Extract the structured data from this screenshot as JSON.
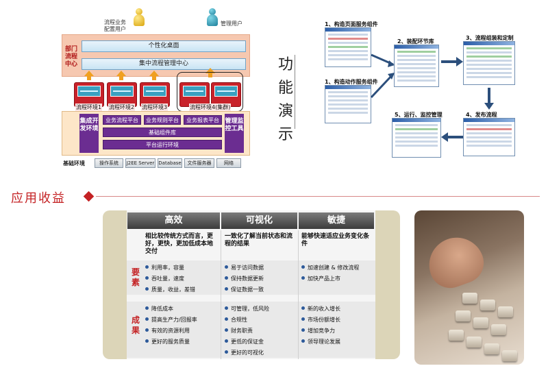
{
  "arch": {
    "user_business": "流程业务\n配置用户",
    "user_admin": "管理用户",
    "dept_center": "部门\n流程\n中心",
    "personal_desktop": "个性化桌面",
    "central_mgmt": "集中流程管理中心",
    "envs": [
      "流程环境1",
      "流程环境2",
      "流程环境3",
      "流程环境4(集群)"
    ],
    "integrated_dev": "集成开发环境",
    "mgmt_monitor": "管理监控工具",
    "platforms": [
      "业务流程平台",
      "业务规则平台",
      "业务报表平台"
    ],
    "base_component": "基础组件库",
    "platform_runtime": "平台运行环境",
    "base_env_label": "基础环境",
    "base_items": [
      "操作系统",
      "J2EE Server",
      "Database",
      "文件服务器",
      "网络"
    ]
  },
  "vertical_title": [
    "功",
    "能",
    "演",
    "示"
  ],
  "flow": {
    "steps": [
      "1、构造页面服务组件",
      "1、构造动作服务组件",
      "2、装配环节库",
      "3、流程组装和定制",
      "4、发布流程",
      "5、运行、监控管理"
    ]
  },
  "section": {
    "title": "应用收益"
  },
  "benefits": {
    "columns": [
      "高效",
      "可视化",
      "敏捷"
    ],
    "descriptions": [
      "相比较传统方式而言，更好，更快，更加低成本地交付",
      "一致化了解当前状态和流程的结果",
      "能够快速适应业务变化条件"
    ],
    "row_labels": [
      "要素",
      "成果"
    ],
    "elements": [
      [
        "利用率，容量",
        "吞吐量，速度",
        "质量，收益，差错"
      ],
      [
        "易于访问数据",
        "保持数据更新",
        "保证数据一致"
      ],
      [
        "加速创建 & 修改流程",
        "加快产品上市"
      ]
    ],
    "results": [
      [
        "降低成本",
        "提高生产力/回报率",
        "有效的资源利用",
        "更好的服务质量"
      ],
      [
        "可管理，低风险",
        "合规性",
        "财务职责",
        "更低的保证金",
        "更好的可视化"
      ],
      [
        "新的收入增长",
        "市场份额增长",
        "增加竞争力",
        "领导理论发展"
      ]
    ]
  },
  "colors": {
    "accent_red": "#c42224",
    "purple": "#6b2d91",
    "env_red": "#c8222a",
    "arrow_orange": "#f0a020",
    "bullet_blue": "#2d5a9a"
  }
}
